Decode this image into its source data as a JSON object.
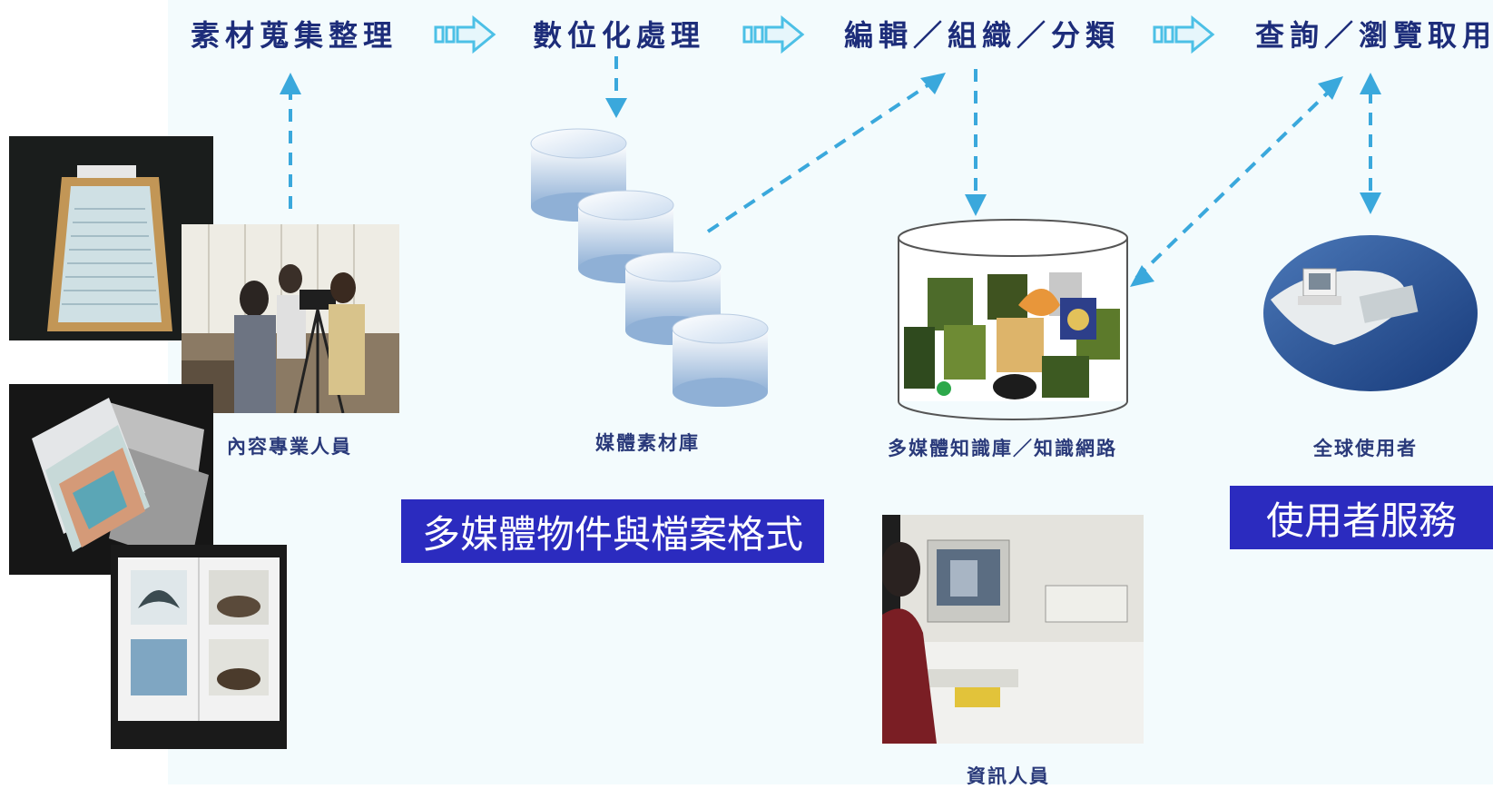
{
  "stages": {
    "collect": "素材蒐集整理",
    "digitize": "數位化處理",
    "organize": "編輯／組織／分類",
    "access": "查詢／瀏覽取用"
  },
  "captions": {
    "content_staff": "內容專業人員",
    "media_repo": "媒體素材庫",
    "knowledge_base": "多媒體知識庫／知識網路",
    "global_users": "全球使用者",
    "it_staff": "資訊人員"
  },
  "banners": {
    "formats": "多媒體物件與檔案格式",
    "services": "使用者服務"
  },
  "icons": {
    "flow_arrow": "right-arrow-icon",
    "database": "database-stack-icon"
  },
  "colors": {
    "panel_bg": "#f3fbfd",
    "stage_text": "#1d2d7a",
    "dashed_arrow": "#3aa8dc",
    "banner_bg": "#2b2bbf"
  }
}
